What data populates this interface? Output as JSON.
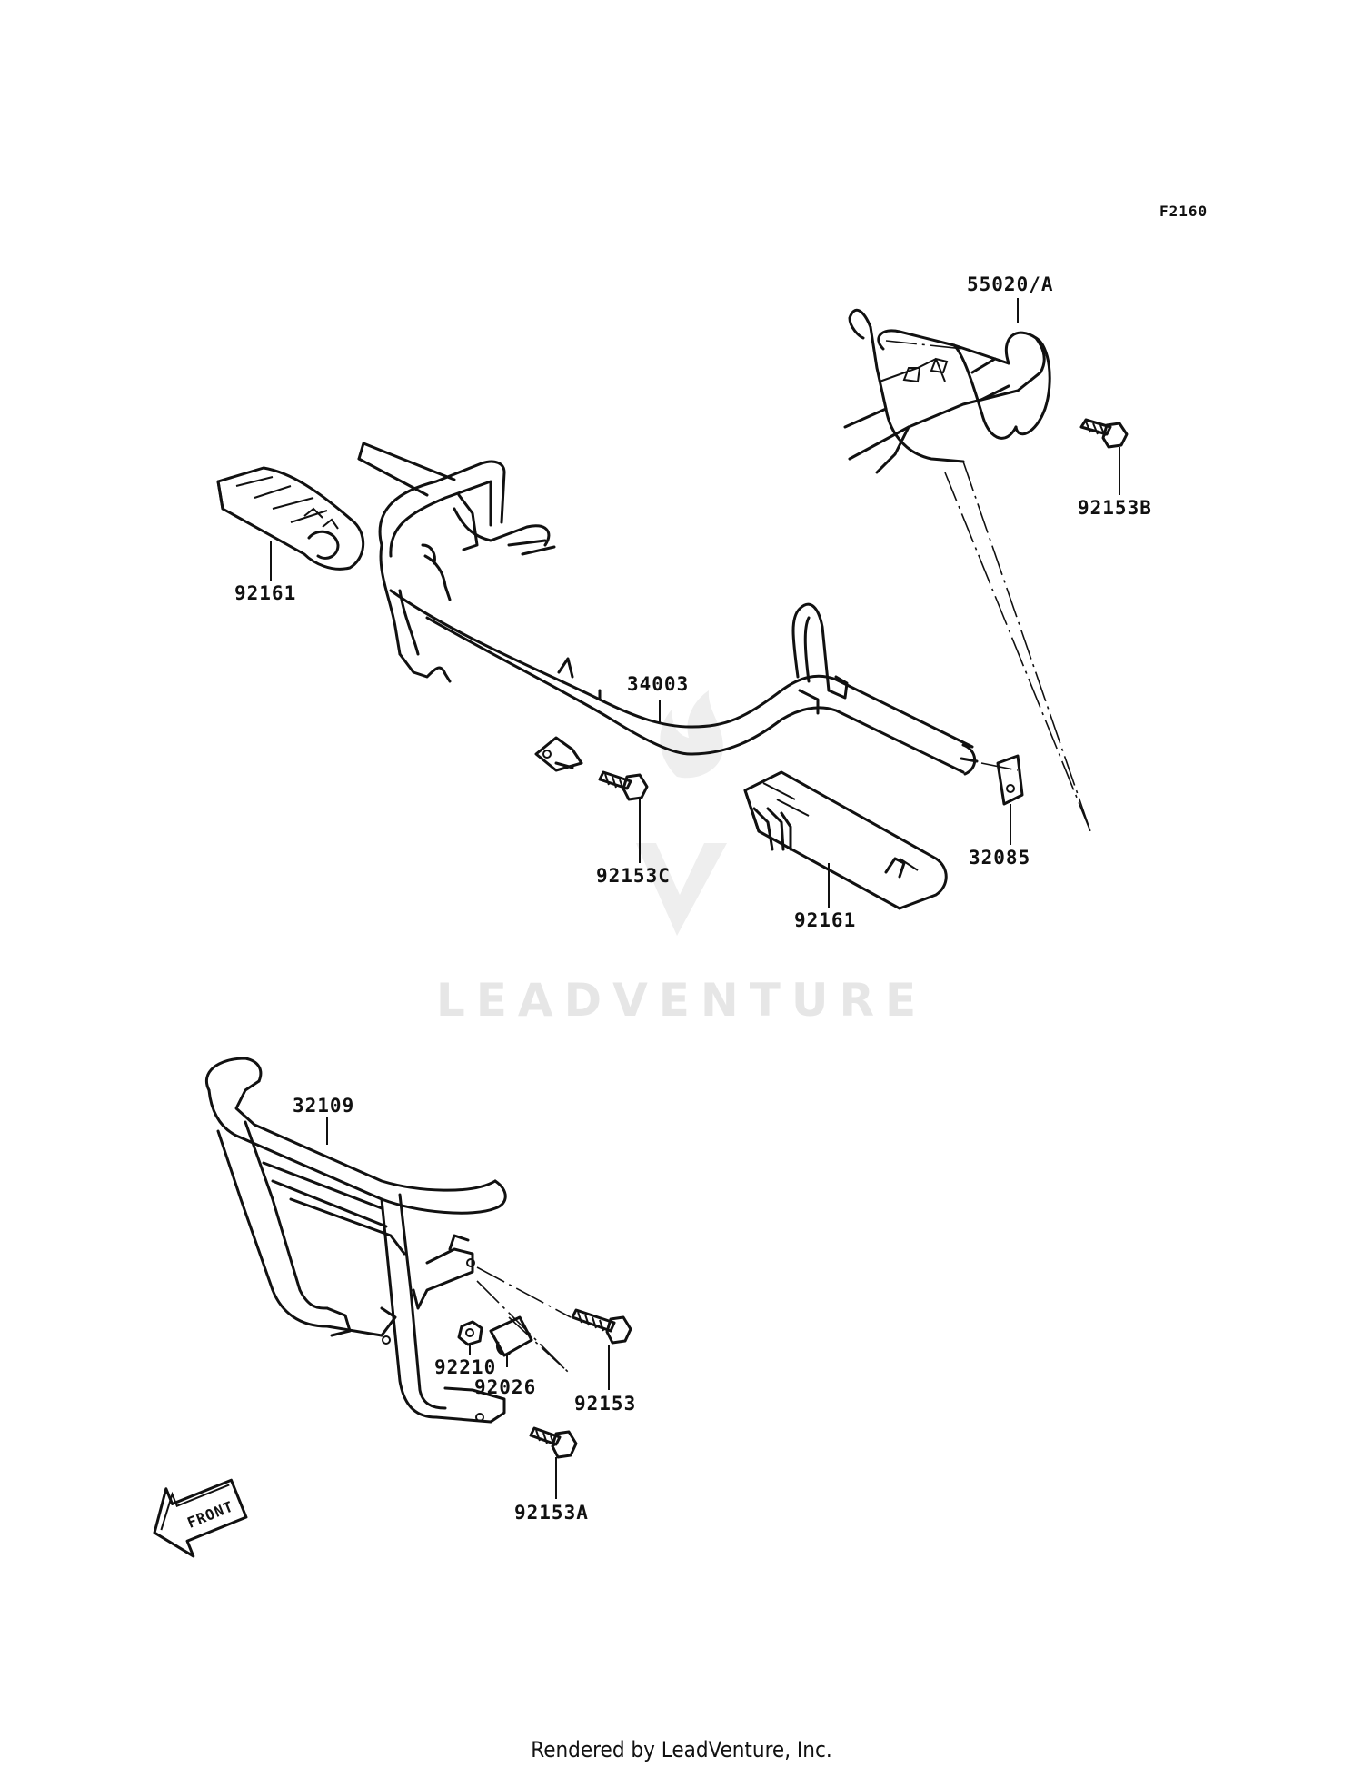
{
  "diagram": {
    "figure_code": "F2160",
    "watermark": "LEADVENTURE",
    "front_label": "FRONT",
    "parts": [
      {
        "number": "55020/A"
      },
      {
        "number": "92153B"
      },
      {
        "number": "92161"
      },
      {
        "number": "34003"
      },
      {
        "number": "92153C"
      },
      {
        "number": "92161"
      },
      {
        "number": "32085"
      },
      {
        "number": "32109"
      },
      {
        "number": "92210"
      },
      {
        "number": "92026"
      },
      {
        "number": "92153"
      },
      {
        "number": "92153A"
      }
    ]
  },
  "footer": {
    "credit": "Rendered by LeadVenture, Inc."
  }
}
